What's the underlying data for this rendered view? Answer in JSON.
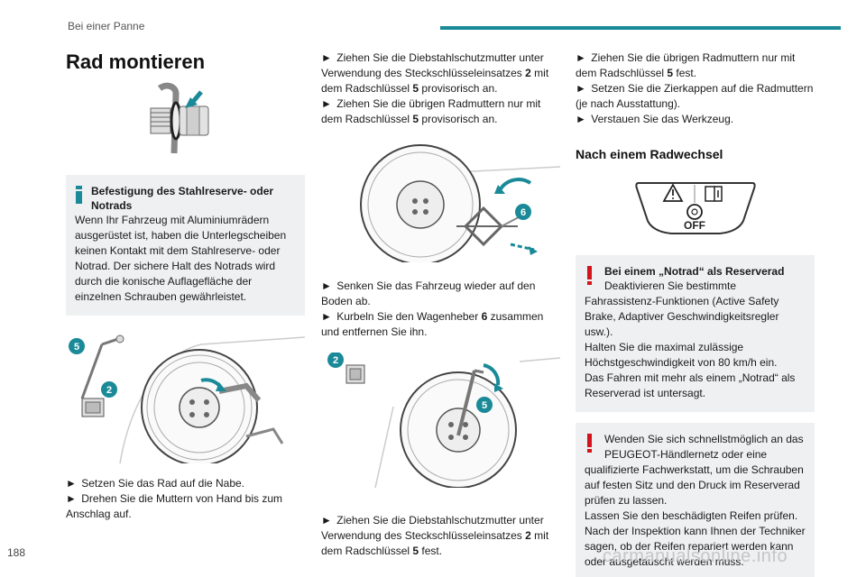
{
  "header": {
    "section": "Bei einer Panne"
  },
  "footer": {
    "page_number": "188",
    "watermark": "carmanualsonline.info"
  },
  "col1": {
    "title": "Rad montieren",
    "infobox": {
      "heading": "Befestigung des Stahlreserve- oder Notrads",
      "body": "Wenn Ihr Fahrzeug mit Aluminiumrädern ausgerüstet ist, haben die Unterlegscheiben keinen Kontakt mit dem Stahlreserve- oder Notrad. Der sichere Halt des Notrads wird durch die konische Auflagefläche der einzelnen Schrauben gewährleistet."
    },
    "fig2_labels": {
      "wrench": "5",
      "socket": "2"
    },
    "step1": "Setzen Sie das Rad auf die Nabe.",
    "step2": "Drehen Sie die Muttern von Hand bis zum Anschlag auf."
  },
  "col2": {
    "step1a": "Ziehen Sie die Diebstahlschutzmutter unter Verwendung des Steckschlüsseleinsatzes ",
    "step1_num1": "2",
    "step1b": " mit dem Radschlüssel ",
    "step1_num2": "5",
    "step1c": " provisorisch an.",
    "step2a": "Ziehen Sie die übrigen Radmuttern nur mit dem Radschlüssel ",
    "step2_num": "5",
    "step2b": " provisorisch an.",
    "fig1_label": "6",
    "step3": "Senken Sie das Fahrzeug wieder auf den Boden ab.",
    "step4a": "Kurbeln Sie den Wagenheber ",
    "step4_num": "6",
    "step4b": " zusammen und entfernen Sie ihn.",
    "fig2_labels": {
      "socket": "2",
      "wrench": "5"
    },
    "step5a": "Ziehen Sie die Diebstahlschutzmutter unter Verwendung des Steckschlüsseleinsatzes ",
    "step5_num1": "2",
    "step5b": " mit dem Radschlüssel ",
    "step5_num2": "5",
    "step5c": " fest."
  },
  "col3": {
    "step1a": "Ziehen Sie die übrigen Radmuttern nur mit dem Radschlüssel ",
    "step1_num": "5",
    "step1b": " fest.",
    "step2": "Setzen Sie die Zierkappen auf die Radmuttern (je nach Ausstattung).",
    "step3": "Verstauen Sie das Werkzeug.",
    "subtitle": "Nach einem Radwechsel",
    "panel_off": "OFF",
    "warn1": {
      "heading": "Bei einem „Notrad“ als Reserverad",
      "lead": "Deaktivieren Sie bestimmte",
      "body1": "Fahrassistenz-Funktionen (Active Safety Brake, Adaptiver Geschwindigkeitsregler usw.).",
      "body2": "Halten Sie die maximal zulässige Höchstgeschwindigkeit von 80 km/h ein.",
      "body3": "Das Fahren mit mehr als einem „Notrad“ als Reserverad ist untersagt."
    },
    "warn2": {
      "lead": "Wenden Sie sich schnellstmöglich an das PEUGEOT-Händlernetz oder eine",
      "body1": "qualifizierte Fachwerkstatt, um die Schrauben auf festen Sitz und den Druck im Reserverad prüfen zu lassen.",
      "body2": "Lassen Sie den beschädigten Reifen prüfen. Nach der Inspektion kann Ihnen der Techniker sagen, ob der Reifen repariert werden kann oder ausgetauscht werden muss."
    }
  },
  "colors": {
    "accent": "#1a8a98",
    "warning": "#d4141c",
    "box_bg": "#eef0f1"
  },
  "icons": [
    "arrow-right-icon",
    "info-icon",
    "warning-icon",
    "hazard-triangle-icon",
    "manual-book-icon",
    "steering-assist-icon"
  ]
}
